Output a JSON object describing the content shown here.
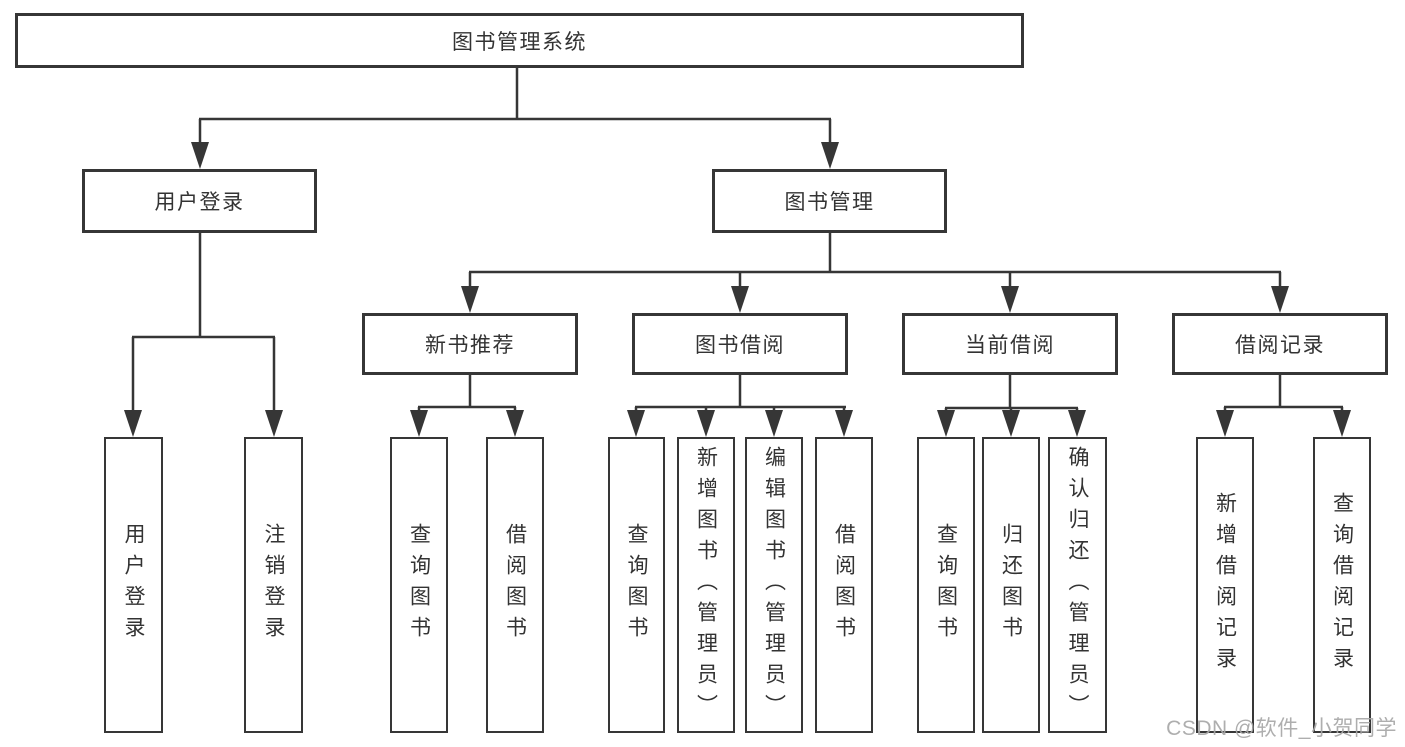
{
  "nodes": {
    "root": "图书管理系统",
    "user_login": "用户登录",
    "book_mgmt": "图书管理",
    "new_book_rec": "新书推荐",
    "book_borrow": "图书借阅",
    "current_borrow": "当前借阅",
    "borrow_record": "借阅记录",
    "leaf_user_login": "用户登录",
    "leaf_logout": "注销登录",
    "rec_query_books": "查询图书",
    "rec_borrow_books": "借阅图书",
    "bb_query_books": "查询图书",
    "bb_add_books_admin": "新增图书（管理员）",
    "bb_edit_books_admin": "编辑图书（管理员）",
    "bb_borrow_books": "借阅图书",
    "cb_query_books": "查询图书",
    "cb_return_books": "归还图书",
    "cb_confirm_return_admin": "确认归还（管理员）",
    "br_add_record": "新增借阅记录",
    "br_query_record": "查询借阅记录"
  },
  "watermark": {
    "text": "CSDN @软件_小贺同学"
  },
  "colors": {
    "line": "#363636",
    "text": "#333333",
    "box_background": "#ffffff",
    "watermark": "#a8a8a8"
  }
}
